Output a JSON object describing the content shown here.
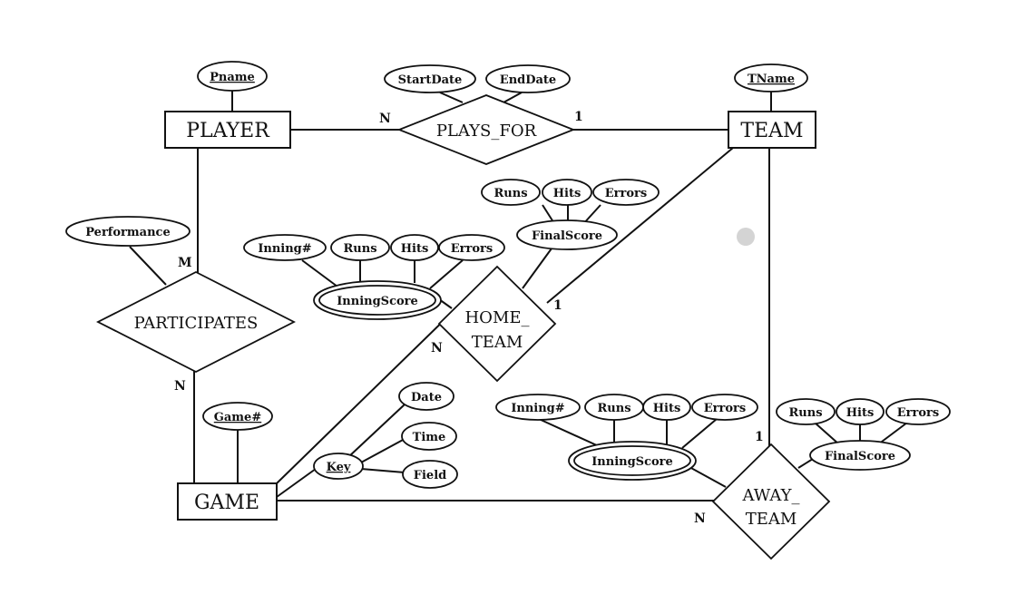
{
  "diagram": {
    "entities": {
      "player": "PLAYER",
      "team": "TEAM",
      "game": "GAME"
    },
    "relationships": {
      "plays_for": "PLAYS_FOR",
      "participates": "PARTICIPATES",
      "home_team": [
        "HOME_",
        "TEAM"
      ],
      "away_team": [
        "AWAY_",
        "TEAM"
      ]
    },
    "attributes": {
      "pname": "Pname",
      "start_date": "StartDate",
      "end_date": "EndDate",
      "tname": "TName",
      "performance": "Performance",
      "home_final_score": "FinalScore",
      "home_final_runs": "Runs",
      "home_final_hits": "Hits",
      "home_final_errors": "Errors",
      "home_inning_score": "InningScore",
      "home_inning_no": "Inning#",
      "home_inning_runs": "Runs",
      "home_inning_hits": "Hits",
      "home_inning_errors": "Errors",
      "game_no": "Game#",
      "key": "Key",
      "date": "Date",
      "time": "Time",
      "field": "Field",
      "away_inning_score": "InningScore",
      "away_inning_no": "Inning#",
      "away_inning_runs": "Runs",
      "away_inning_hits": "Hits",
      "away_inning_errors": "Errors",
      "away_final_score": "FinalScore",
      "away_final_runs": "Runs",
      "away_final_hits": "Hits",
      "away_final_errors": "Errors"
    },
    "cardinalities": {
      "plays_for_player": "N",
      "plays_for_team": "1",
      "participates_player": "M",
      "participates_game": "N",
      "home_team_team": "1",
      "home_team_game": "N",
      "away_team_team": "1",
      "away_team_game": "N"
    }
  }
}
